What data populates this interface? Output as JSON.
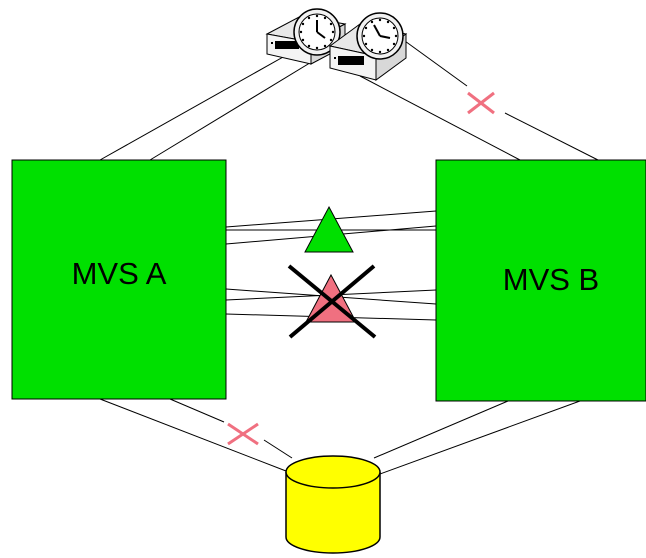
{
  "diagram": {
    "systems": [
      {
        "id": "mvs-a",
        "label": "MVS A"
      },
      {
        "id": "mvs-b",
        "label": "MVS B"
      }
    ],
    "devices": {
      "timers": [
        "sysplex-timer-icon",
        "sysplex-timer-icon"
      ],
      "shared_storage": "disk-cylinder-icon",
      "coupling_facilities": [
        {
          "id": "cf-ok",
          "status": "active"
        },
        {
          "id": "cf-failed",
          "status": "failed"
        }
      ]
    },
    "failed_links": [
      "timer-b-to-mvs-b",
      "mvs-a-to-disk"
    ],
    "colors": {
      "system_fill": "#00e000",
      "active_cf": "#00e000",
      "failed_cf": "#f07080",
      "storage": "#ffff00",
      "link_break": "#f07080",
      "cross": "#000000"
    }
  }
}
